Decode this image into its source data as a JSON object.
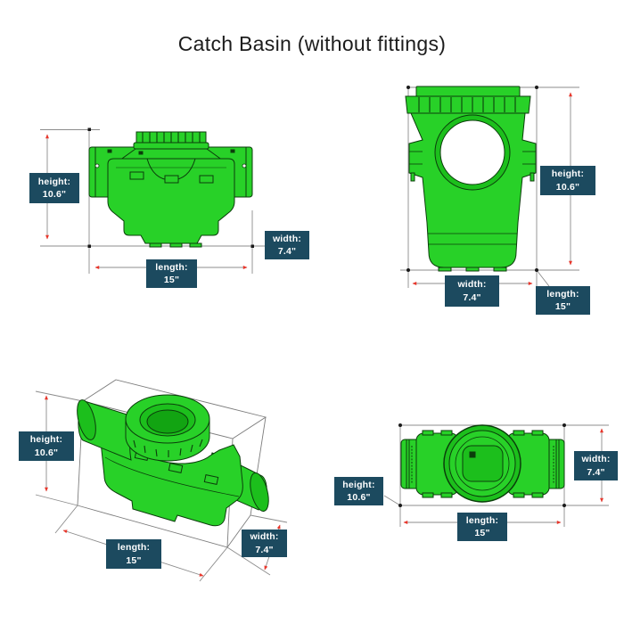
{
  "title": "Catch Basin (without fittings)",
  "colors": {
    "background": "#FFFFFF",
    "product_green": "#28D128",
    "product_green_mid": "#1CBF1C",
    "product_green_deep": "#12A412",
    "product_edge": "#0B3D0B",
    "label_bg": "#1C4A5F",
    "label_text": "#FFFFFF",
    "dim_line": "#8C8C8C",
    "dim_arrow": "#E8352A",
    "marker_black": "#1A1A1A",
    "title_color": "#1C1C1C"
  },
  "dimensions": {
    "height": {
      "label": "height:",
      "value": "10.6\""
    },
    "width": {
      "label": "width:",
      "value": "7.4\""
    },
    "length": {
      "label": "length:",
      "value": "15\""
    }
  }
}
